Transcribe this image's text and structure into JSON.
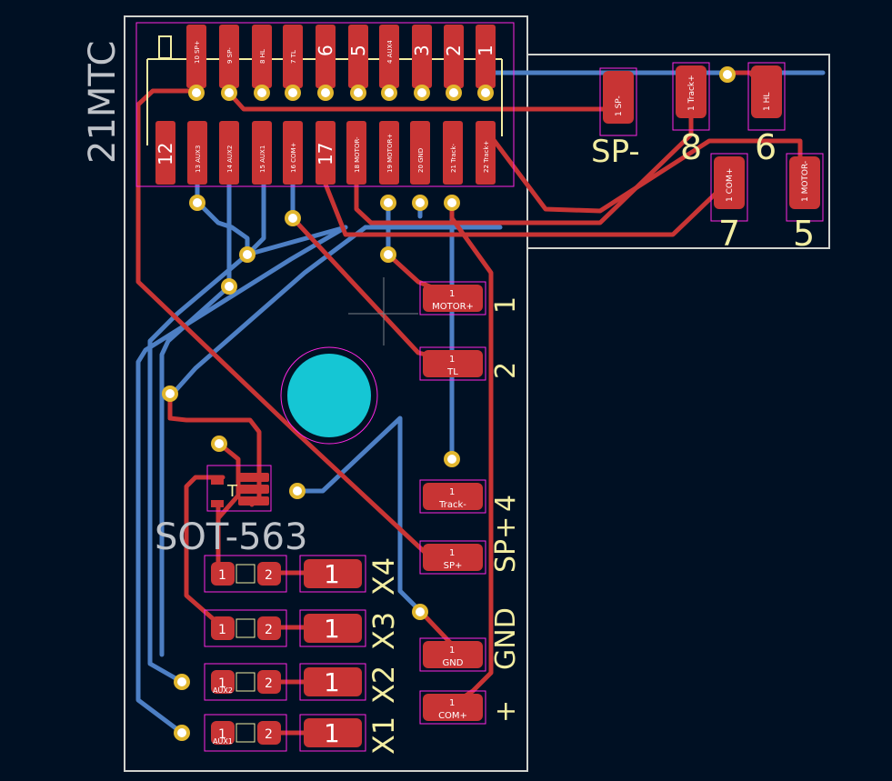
{
  "colors": {
    "background": "#001023",
    "board_outline": "#d0d2cd",
    "front_copper": "#c83434",
    "back_copper": "#4d7fc4",
    "silkscreen": "#f2eda1",
    "courtyard": "#ff26e2",
    "via_ring": "#e3b72e",
    "mount_hole": "#15c6d4",
    "fab_text": "#bfc3c9"
  },
  "board_texts": {
    "connector_ref": "21MTC",
    "ic_package": "SOT-563"
  },
  "connector_top_pins": [
    {
      "num": "10",
      "net": "SP+"
    },
    {
      "num": "9",
      "net": "SP-"
    },
    {
      "num": "8",
      "net": "HL"
    },
    {
      "num": "7",
      "net": "TL"
    },
    {
      "num": "6",
      "net": ""
    },
    {
      "num": "5",
      "net": ""
    },
    {
      "num": "4",
      "net": "AUX4"
    },
    {
      "num": "3",
      "net": ""
    },
    {
      "num": "2",
      "net": ""
    },
    {
      "num": "1",
      "net": ""
    }
  ],
  "connector_bottom_pins": [
    {
      "num": "12",
      "net": ""
    },
    {
      "num": "13",
      "net": "AUX3"
    },
    {
      "num": "14",
      "net": "AUX2"
    },
    {
      "num": "15",
      "net": "AUX1"
    },
    {
      "num": "16",
      "net": "COM+"
    },
    {
      "num": "17",
      "net": ""
    },
    {
      "num": "18",
      "net": "MOTOR-"
    },
    {
      "num": "19",
      "net": "MOTOR+"
    },
    {
      "num": "20",
      "net": "GND"
    },
    {
      "num": "21",
      "net": "Track-"
    },
    {
      "num": "22",
      "net": "Track+"
    }
  ],
  "right_pads": [
    {
      "num": "1",
      "net": "SP-",
      "label": "SP-"
    },
    {
      "num": "1",
      "net": "Track+",
      "label": "8"
    },
    {
      "num": "1",
      "net": "HL",
      "label": "6"
    },
    {
      "num": "1",
      "net": "COM+",
      "label": "7"
    },
    {
      "num": "1",
      "net": "MOTOR-",
      "label": "5"
    }
  ],
  "center_pads": [
    {
      "num": "1",
      "net": "MOTOR+",
      "label": "1"
    },
    {
      "num": "1",
      "net": "TL",
      "label": "2"
    },
    {
      "num": "1",
      "net": "Track-",
      "label": "4"
    },
    {
      "num": "1",
      "net": "SP+",
      "label": "SP+"
    },
    {
      "num": "1",
      "net": "GND",
      "label": "GND"
    },
    {
      "num": "1",
      "net": "COM+",
      "label": "+"
    }
  ],
  "resistors": [
    {
      "pad1": "1",
      "pad2": "2",
      "pad_net": "",
      "out_pad": "1",
      "label": "X4"
    },
    {
      "pad1": "1",
      "pad2": "2",
      "pad_net": "",
      "out_pad": "1",
      "label": "X3"
    },
    {
      "pad1": "1",
      "pad2": "2",
      "pad_net": "AUX2",
      "out_pad": "1",
      "label": "X2"
    },
    {
      "pad1": "1",
      "pad2": "2",
      "pad_net": "AUX1",
      "out_pad": "1",
      "label": "X1"
    }
  ]
}
